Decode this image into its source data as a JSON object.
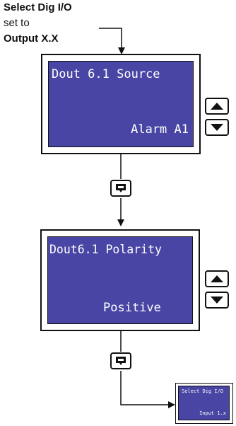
{
  "intro": {
    "line1": "Select Dig I/O",
    "line2": "set to",
    "line3": "Output X.X"
  },
  "screen1": {
    "top": "Dout 6.1 Source",
    "bottom": "Alarm A1"
  },
  "screen2": {
    "top": "Dout6.1 Polarity",
    "bottom": "Positive"
  },
  "screen3": {
    "top": "Select Dig I/O",
    "bottom": "Input 1.x"
  },
  "colors": {
    "screen": "#4845a4",
    "line": "#111111"
  },
  "icons": [
    "up-arrow-icon",
    "down-arrow-icon",
    "page-key-icon"
  ]
}
